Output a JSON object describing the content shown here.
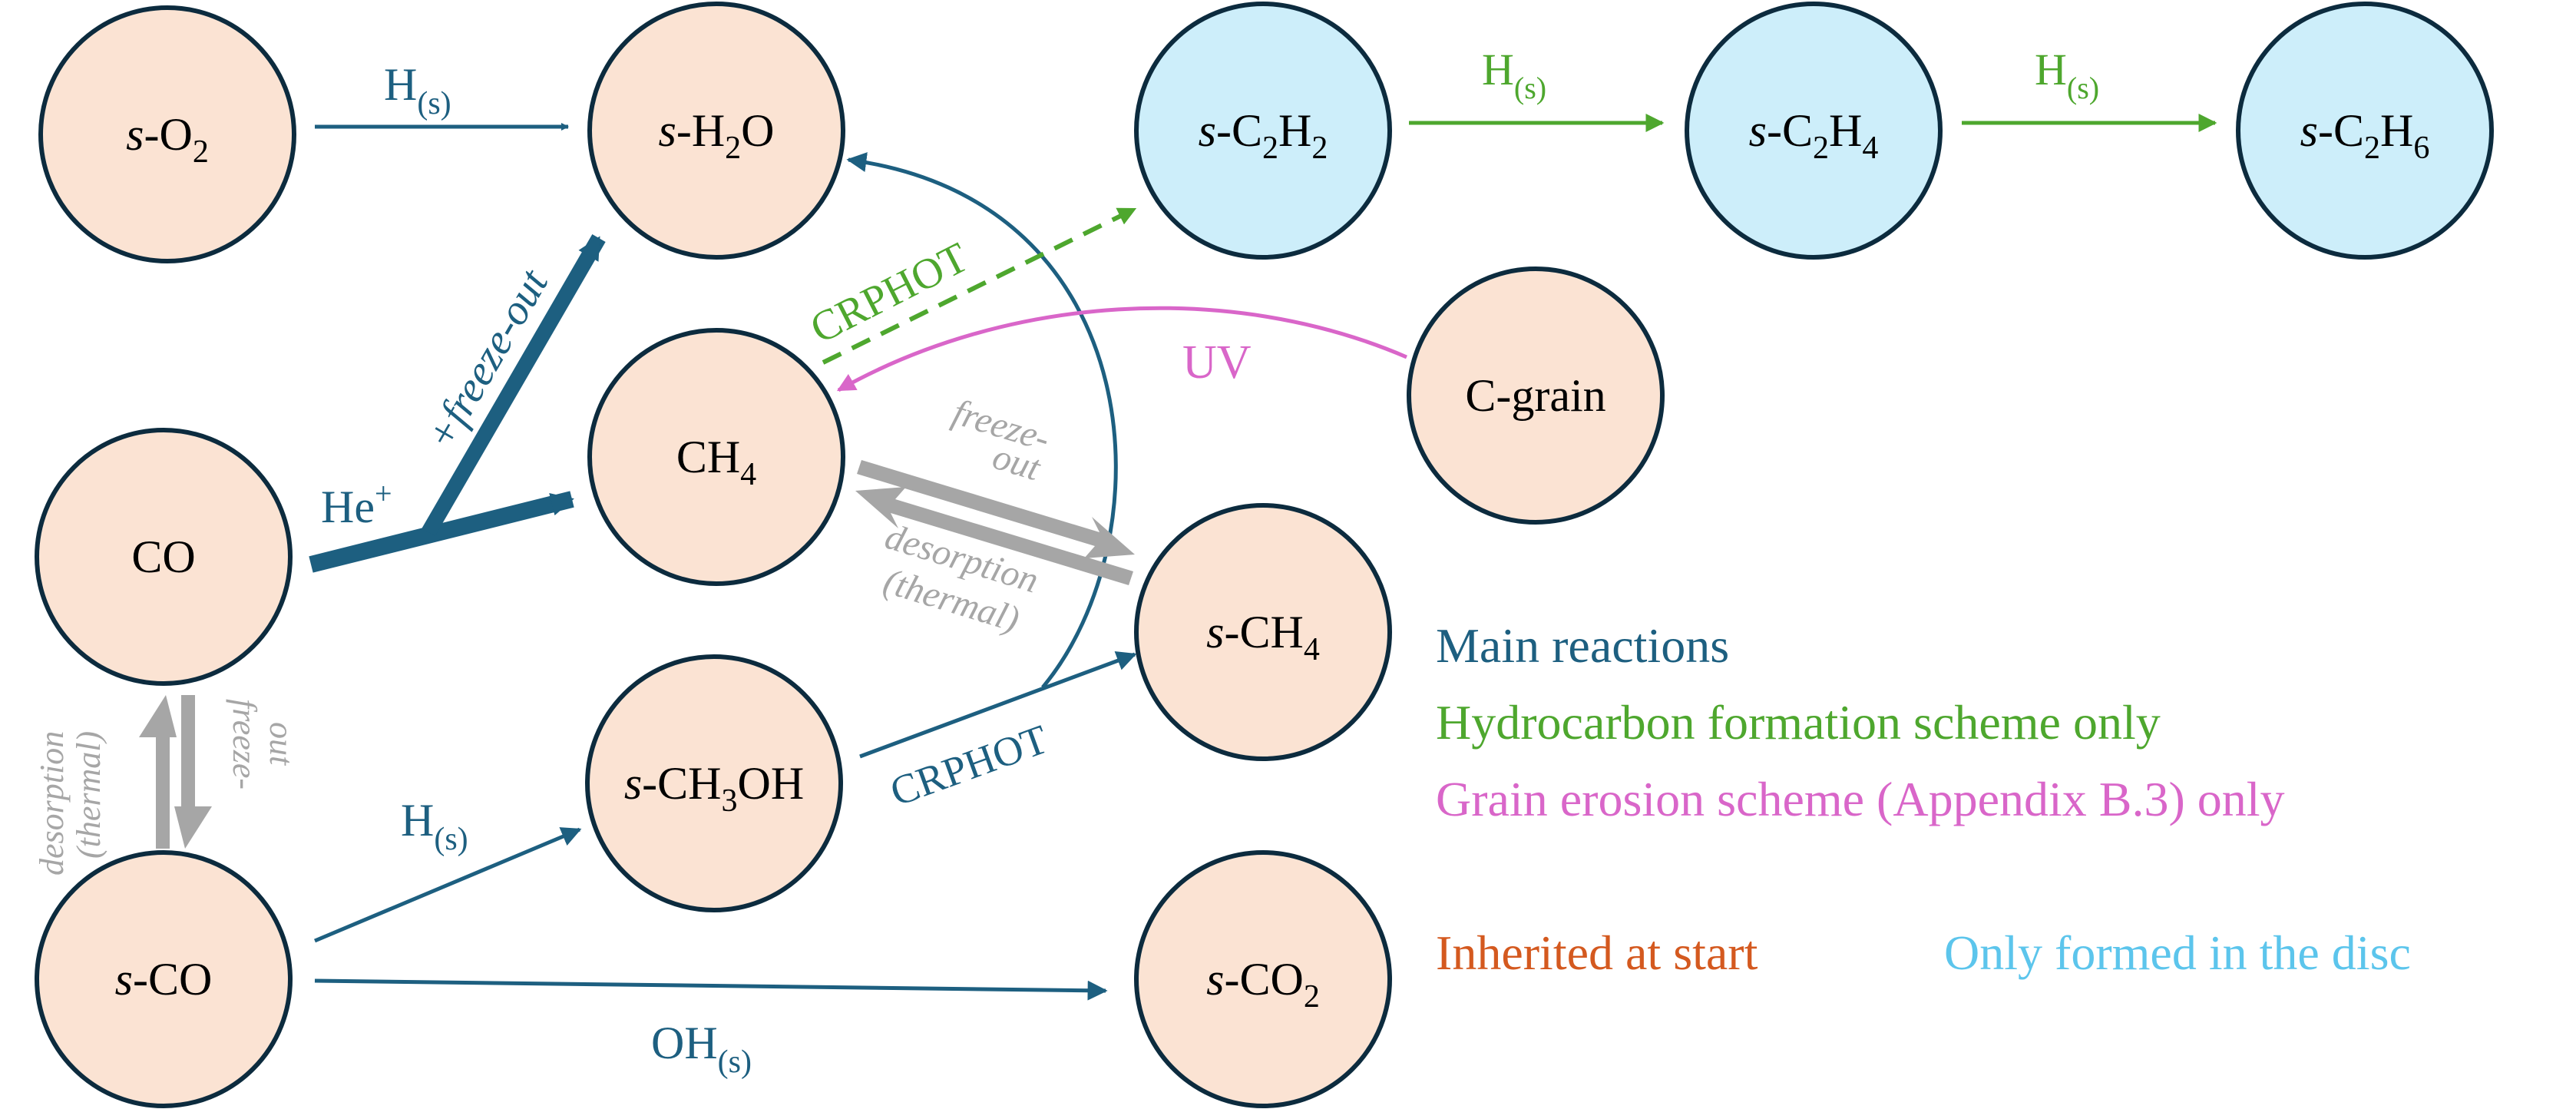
{
  "colors": {
    "inherited_fill": "#fbe3d3",
    "disc_fill": "#cdeefa",
    "node_stroke": "#0c2b3e",
    "main": "#1d5f80",
    "hydrocarbon": "#4ea72e",
    "grain": "#d966c9",
    "gray": "#a6a6a6",
    "inherited_legend": "#d4591f",
    "disc_legend": "#5cc5ec"
  },
  "nodes": {
    "s_o2": {
      "italic": "s",
      "pre": "-O",
      "sub": "2",
      "post": ""
    },
    "s_h2o": {
      "italic": "s",
      "pre": "-H",
      "sub": "2",
      "post": "O"
    },
    "s_c2h2": {
      "italic": "s",
      "pre": "-C",
      "sub": "2",
      "mid": "H",
      "sub2": "2"
    },
    "s_c2h4": {
      "italic": "s",
      "pre": "-C",
      "sub": "2",
      "mid": "H",
      "sub2": "4"
    },
    "s_c2h6": {
      "italic": "s",
      "pre": "-C",
      "sub": "2",
      "mid": "H",
      "sub2": "6"
    },
    "ch4": {
      "pre": "CH",
      "sub": "4"
    },
    "c_grain": {
      "label": "C-grain"
    },
    "co": {
      "label": "CO"
    },
    "s_ch4": {
      "italic": "s",
      "pre": "-CH",
      "sub": "4"
    },
    "s_ch3oh": {
      "italic": "s",
      "pre": "-CH",
      "sub": "3",
      "post": "OH"
    },
    "s_co": {
      "italic": "s",
      "pre": "-CO"
    },
    "s_co2": {
      "italic": "s",
      "pre": "-CO",
      "sub": "2"
    }
  },
  "edges": {
    "h_s": {
      "base": "H",
      "sub": "(s)"
    },
    "oh_s": {
      "base": "OH",
      "sub": "(s)"
    },
    "he_plus": {
      "base": "He",
      "sup": "+"
    },
    "freeze_out_plus": "+freeze-out",
    "crphot": "CRPHOT",
    "uv": "UV",
    "freeze_out_line1": "freeze-",
    "freeze_out_line2": "out",
    "desorption": "desorption",
    "thermal": "(thermal)"
  },
  "legend": {
    "main": "Main reactions",
    "hydrocarbon": "Hydrocarbon formation scheme only",
    "grain": "Grain erosion scheme (Appendix B.3) only",
    "inherited": "Inherited at start",
    "disc": "Only formed in the disc"
  }
}
